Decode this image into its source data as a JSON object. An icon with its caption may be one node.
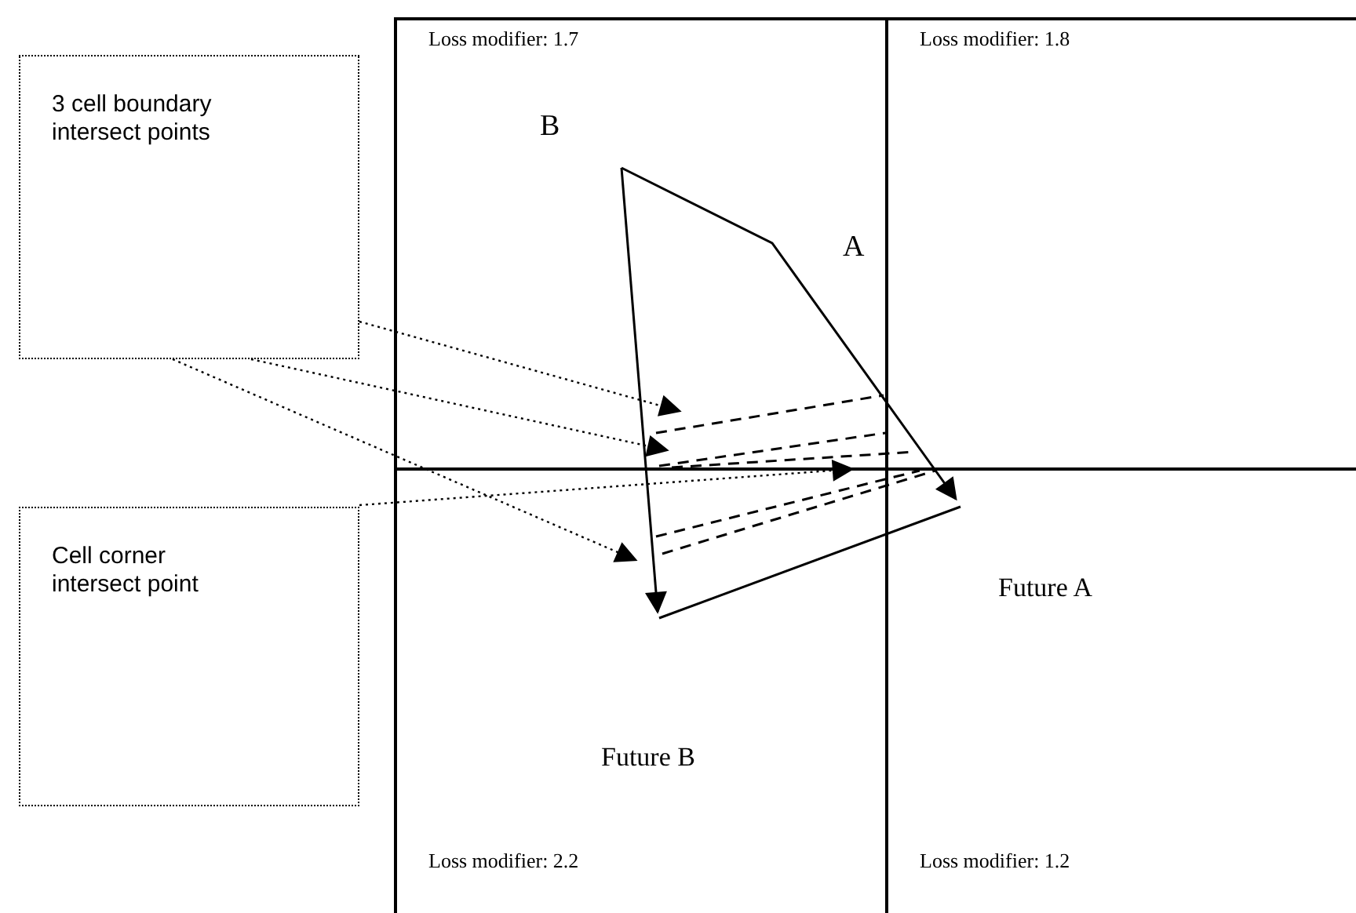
{
  "diagram": {
    "nodes": [
      {
        "text": [
          "3 cell boundary intersect points"
        ]
      },
      {
        "text": [
          "Cell corner intersect point"
        ]
      },
      {
        "text": [
          "Loss modifier: 1.7"
        ]
      },
      {
        "text": [
          "Loss modifier: 1.8"
        ]
      },
      {
        "text": [
          "Future B",
          "Loss modifier: 2.2"
        ]
      },
      {
        "text": [
          "Future A",
          "Loss modifier: 1.2"
        ]
      },
      {
        "text": [],
        "shape": "picture"
      }
    ],
    "edges": [
      {
        "from": 0,
        "to": 6,
        "arrow": "to",
        "style": "dashed"
      },
      {
        "from": 0,
        "to": 6,
        "arrow": "to",
        "style": "dashed"
      },
      {
        "from": 0,
        "to": 6,
        "arrow": "to",
        "style": "dashed"
      },
      {
        "from": 1,
        "to": 6,
        "arrow": "to",
        "style": "dashed"
      }
    ],
    "labels": [
      "B",
      "A"
    ]
  }
}
